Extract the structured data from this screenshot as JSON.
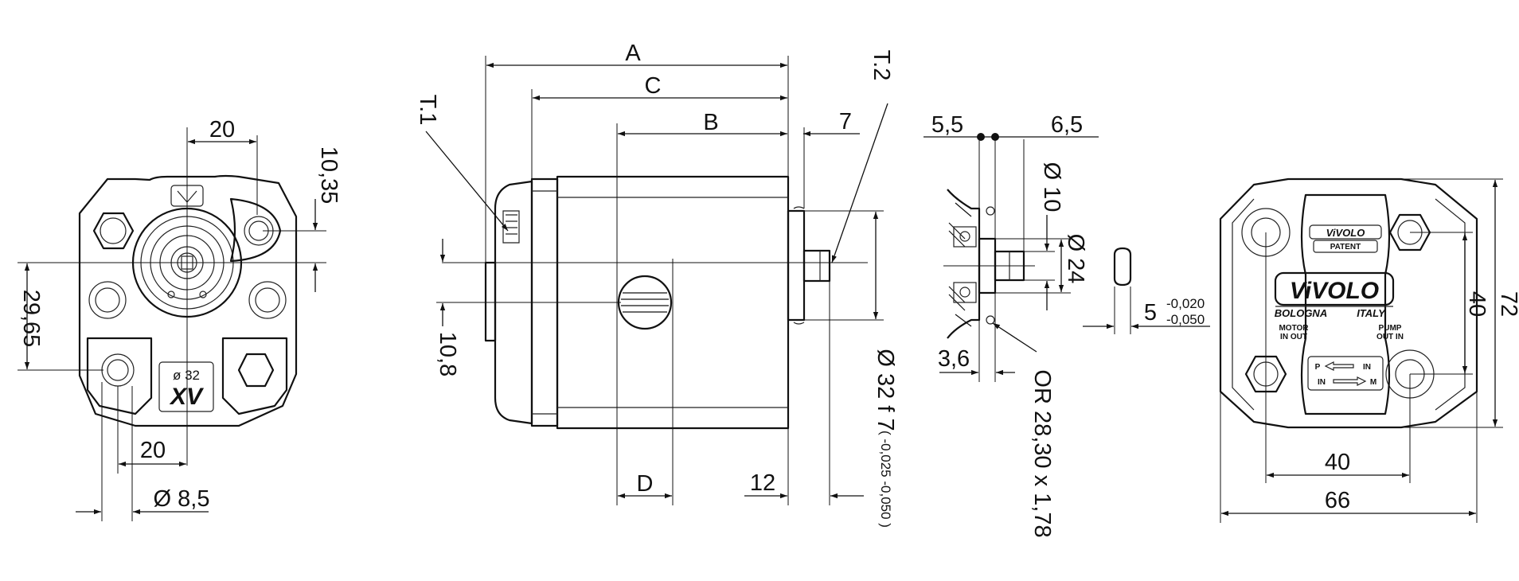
{
  "dimensions": {
    "front_top_width": "20",
    "front_top_offset": "10,35",
    "front_vertical": "29,65",
    "front_bottom_width": "20",
    "front_hole_dia": "Ø 8,5",
    "bore_marking": "ø 32",
    "model_marking": "XV",
    "length_a": "A",
    "length_c": "C",
    "length_b": "B",
    "shaft_7": "7",
    "port_t1": "T.1",
    "port_t2": "T.2",
    "offset_10_8": "10,8",
    "port_d": "D",
    "shaft_12": "12",
    "pilot_dia": "Ø 32 f 7",
    "pilot_tol": "( -0,025 -0,050 )",
    "shaft_5_5": "5,5",
    "shaft_6_5": "6,5",
    "shaft_dia_10": "Ø 10",
    "shaft_dia_24": "Ø 24",
    "shaft_3_6": "3,6",
    "oring": "OR 28,30 x 1,78",
    "key_width": "5",
    "key_tol_upper": "-0,020",
    "key_tol_lower": "-0,050",
    "rear_40_h": "40",
    "rear_66": "66",
    "rear_40_v": "40",
    "rear_72": "72"
  },
  "rear_plate": {
    "brand": "ViVOLO",
    "patent": "PATENT",
    "city": "BOLOGNA",
    "country": "ITALY",
    "motor": "MOTOR",
    "pump": "PUMP",
    "in_out_left": "IN  OUT",
    "out_in_right": "OUT  IN",
    "p_label": "P",
    "in_label": "IN",
    "in_label_2": "IN",
    "m_label": "M"
  },
  "colors": {
    "line": "#111111",
    "background": "#ffffff"
  }
}
